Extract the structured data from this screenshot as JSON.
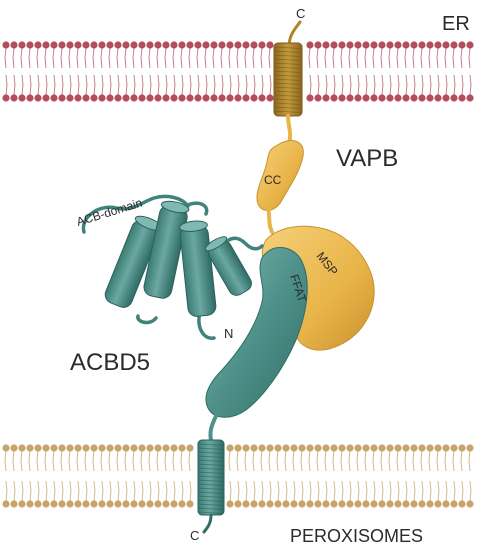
{
  "labels": {
    "er": "ER",
    "peroxisomes": "PEROXISOMES",
    "vapb": "VAPB",
    "acbd5": "ACBD5",
    "acb_domain": "ACB-domain",
    "cc": "CC",
    "msp": "MSP",
    "ffat": "FFAT",
    "vapb_c_terminus": "C",
    "acbd5_c_terminus": "C",
    "acbd5_n_terminus": "N"
  },
  "colors": {
    "er_membrane": "#b24e5e",
    "peroxisome_membrane": "#c9a468",
    "vapb": "#e8b448",
    "vapb_tm": "#b0852c",
    "acbd5": "#4f918a",
    "acbd5_dark": "#2f6e67"
  }
}
